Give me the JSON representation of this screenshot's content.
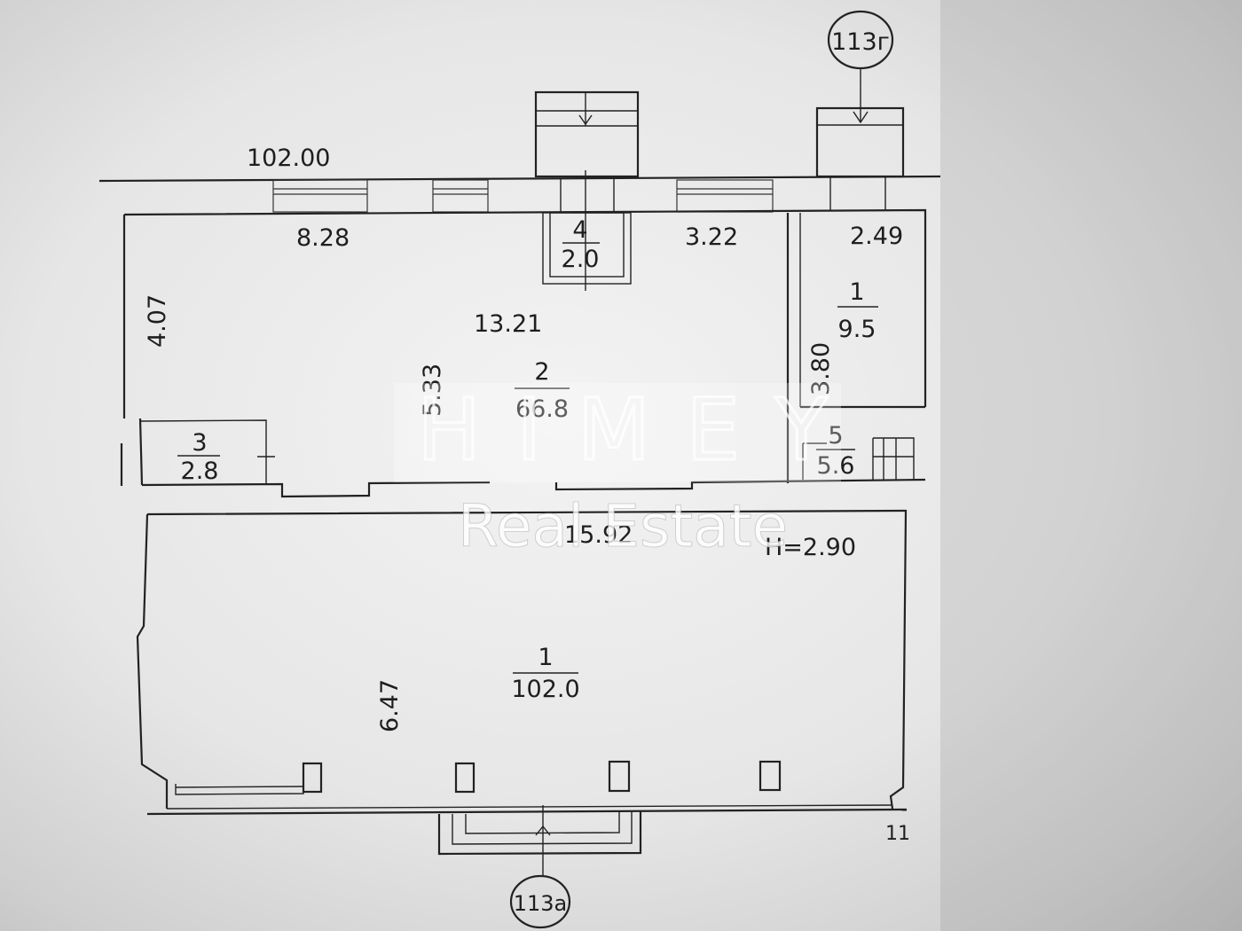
{
  "overall_dimension": "102.00",
  "markers": {
    "top": "113г",
    "bottom": "113а",
    "axis_label": "11"
  },
  "upper_floor": {
    "dimensions": {
      "top_left": "8.28",
      "top_middle": "3.22",
      "top_right": "2.49",
      "left_height": "4.07",
      "main_width": "13.21",
      "inner_height": "5.33",
      "right_room_height": "3.80"
    },
    "rooms": [
      {
        "number": "1",
        "area": "9.5"
      },
      {
        "number": "2",
        "area": "66.8"
      },
      {
        "number": "3",
        "area": "2.8"
      },
      {
        "number": "4",
        "area": "2.0"
      },
      {
        "number": "5",
        "area": "5.6"
      }
    ]
  },
  "lower_floor": {
    "dimensions": {
      "width": "15.92",
      "height": "6.47",
      "ceiling_height": "H=2.90"
    },
    "room": {
      "number": "1",
      "area": "102.0"
    }
  },
  "watermark": {
    "brand": "HIMEY",
    "tagline": "Real Estate"
  }
}
